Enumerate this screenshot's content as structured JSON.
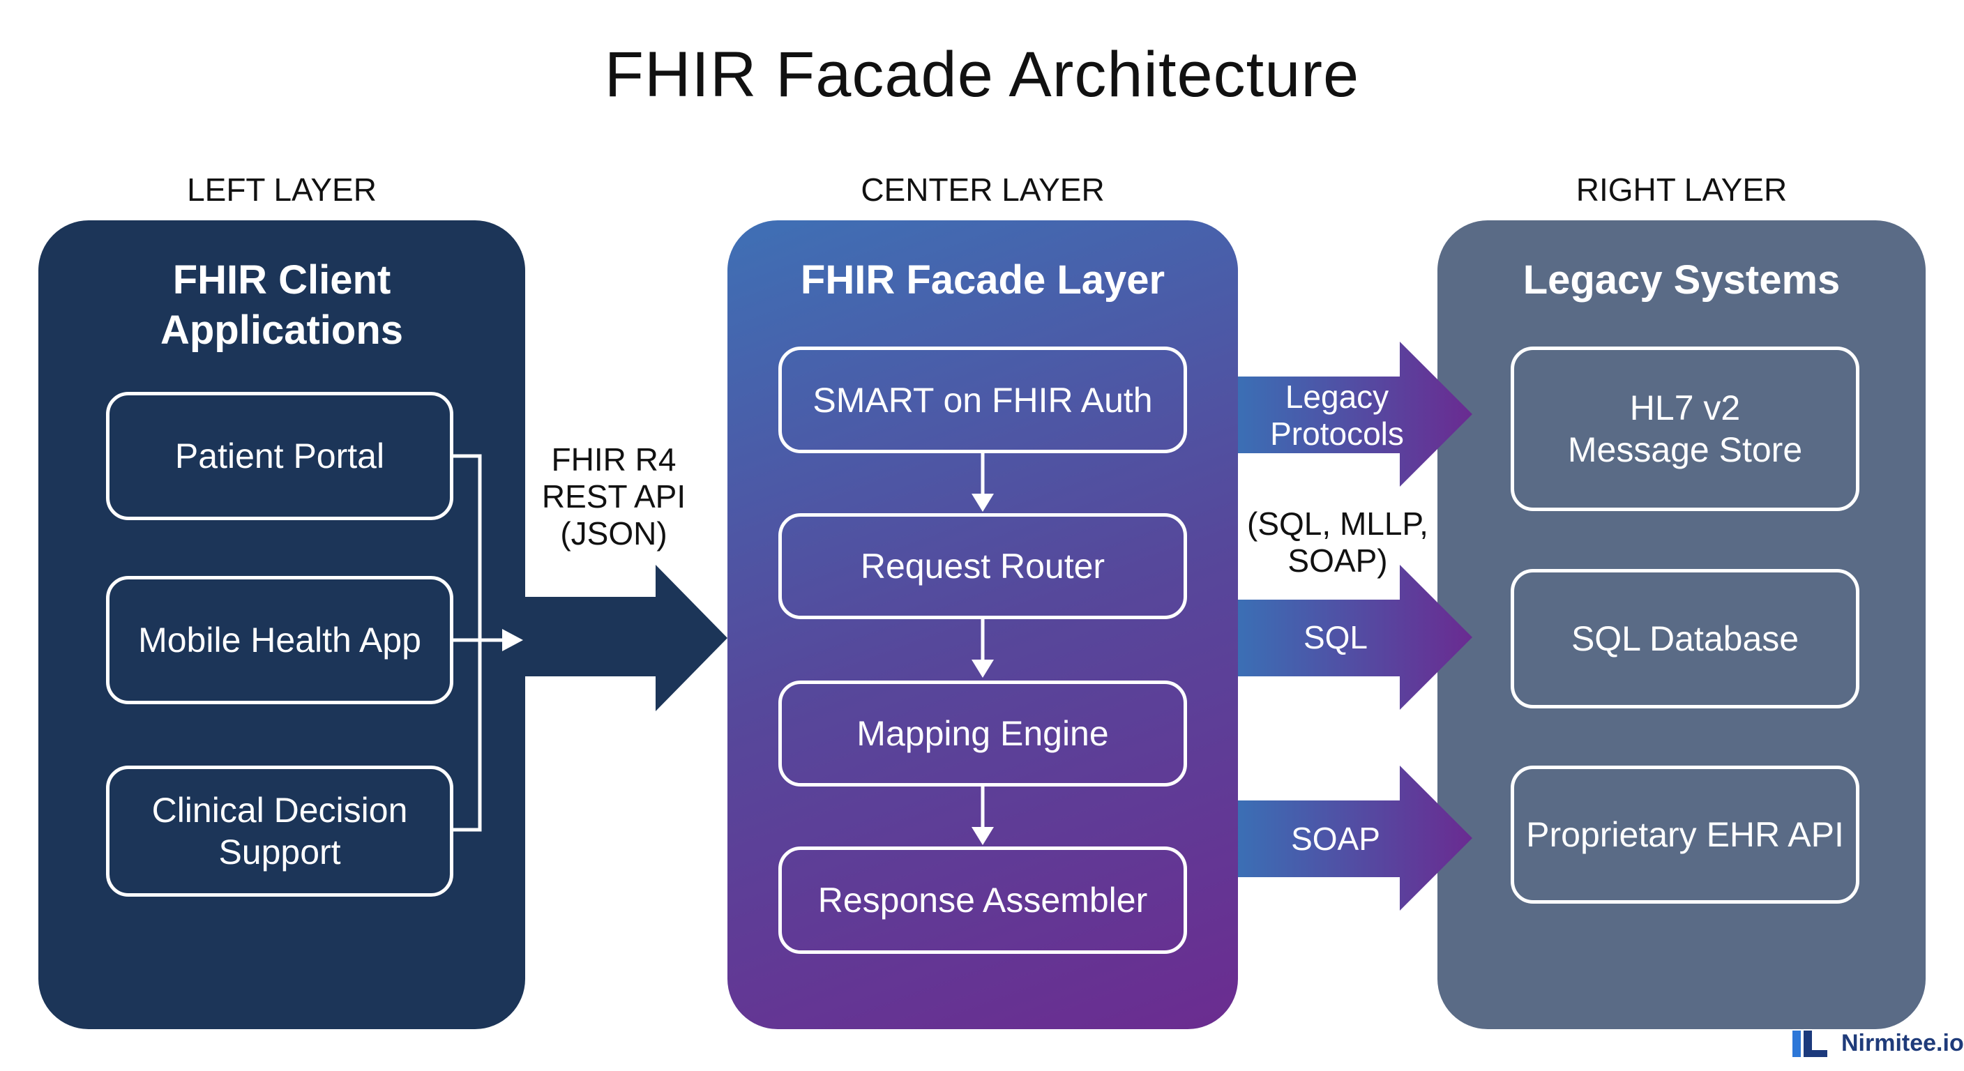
{
  "title": "FHIR Facade Architecture",
  "layers": {
    "left": {
      "label": "LEFT LAYER",
      "title_lines": [
        "FHIR Client",
        "Applications"
      ],
      "items": [
        {
          "lines": [
            "Patient Portal"
          ]
        },
        {
          "lines": [
            "Mobile Health App"
          ]
        },
        {
          "lines": [
            "Clinical Decision",
            "Support"
          ]
        }
      ]
    },
    "center": {
      "label": "CENTER LAYER",
      "title": "FHIR Facade Layer",
      "items": [
        {
          "label": "SMART on FHIR Auth"
        },
        {
          "label": "Request Router"
        },
        {
          "label": "Mapping Engine"
        },
        {
          "label": "Response Assembler"
        }
      ]
    },
    "right": {
      "label": "RIGHT LAYER",
      "title": "Legacy Systems",
      "items": [
        {
          "lines": [
            "HL7 v2",
            "Message Store"
          ]
        },
        {
          "lines": [
            "SQL Database"
          ]
        },
        {
          "lines": [
            "Proprietary EHR API"
          ]
        }
      ]
    }
  },
  "connectors": {
    "api": {
      "lines": [
        "FHIR R4",
        "REST API",
        "(JSON)"
      ]
    },
    "legacy": {
      "lines": [
        "Legacy",
        "Protocols"
      ]
    },
    "protocols_note": {
      "lines": [
        "(SQL, MLLP,",
        "SOAP)"
      ]
    },
    "sql": "SQL",
    "soap": "SOAP"
  },
  "colors": {
    "left_panel": "#1c3558",
    "center_gradient_start": "#3f70b5",
    "center_gradient_end": "#6b2c90",
    "right_panel": "#5a6b86",
    "api_arrow": "#1c3558"
  },
  "logo": {
    "text": "Nirmitee.io"
  }
}
